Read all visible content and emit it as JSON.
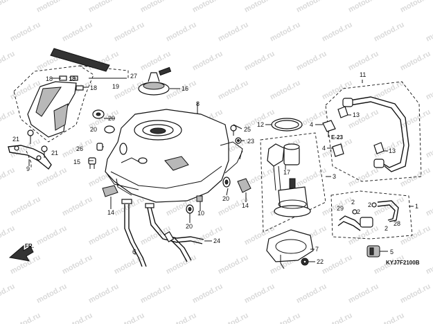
{
  "watermark": "motod.ru",
  "diagram_code": "KYJ7F2100B",
  "direction_label": "FR.",
  "ref_label": "E-23",
  "callouts": [
    "1",
    "2",
    "3",
    "4",
    "5",
    "6",
    "7",
    "8",
    "9",
    "10",
    "11",
    "12",
    "13",
    "14",
    "15",
    "16",
    "17",
    "18",
    "19",
    "20",
    "21",
    "22",
    "23",
    "24",
    "25",
    "26",
    "27",
    "28",
    "29"
  ]
}
